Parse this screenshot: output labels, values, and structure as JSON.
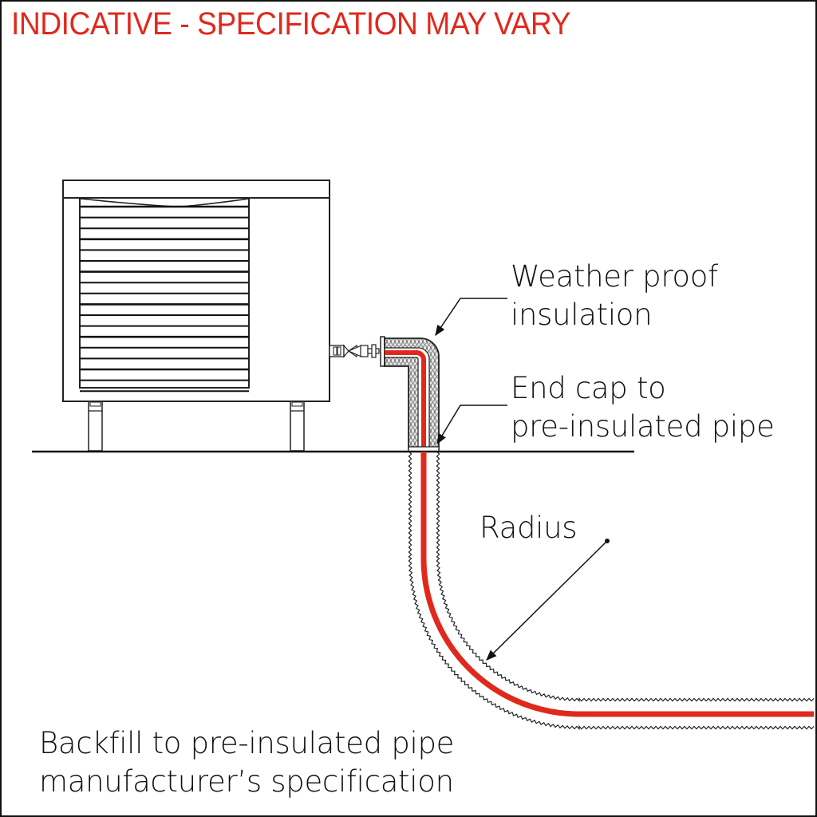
{
  "header": {
    "title": "INDICATIVE - SPECIFICATION MAY VARY",
    "title_color": "#e0291c"
  },
  "colors": {
    "pipe": "#e0291c",
    "line": "#111111",
    "insulation_fill": "#d9d9d9"
  },
  "callouts": {
    "weather_proof": {
      "line1": "Weather proof",
      "line2": "insulation"
    },
    "end_cap": {
      "line1": "End cap to",
      "line2": "pre-insulated pipe"
    },
    "radius": {
      "text": "Radius"
    },
    "backfill": {
      "line1": "Backfill to pre-insulated pipe",
      "line2": "manufacturer’s specification"
    }
  },
  "components": [
    {
      "name": "heat-pump-unit",
      "label": ""
    },
    {
      "name": "valve",
      "label": ""
    },
    {
      "name": "insulated-elbow",
      "label": ""
    },
    {
      "name": "pre-insulated-pipe",
      "label": ""
    },
    {
      "name": "ground-line",
      "label": ""
    }
  ]
}
